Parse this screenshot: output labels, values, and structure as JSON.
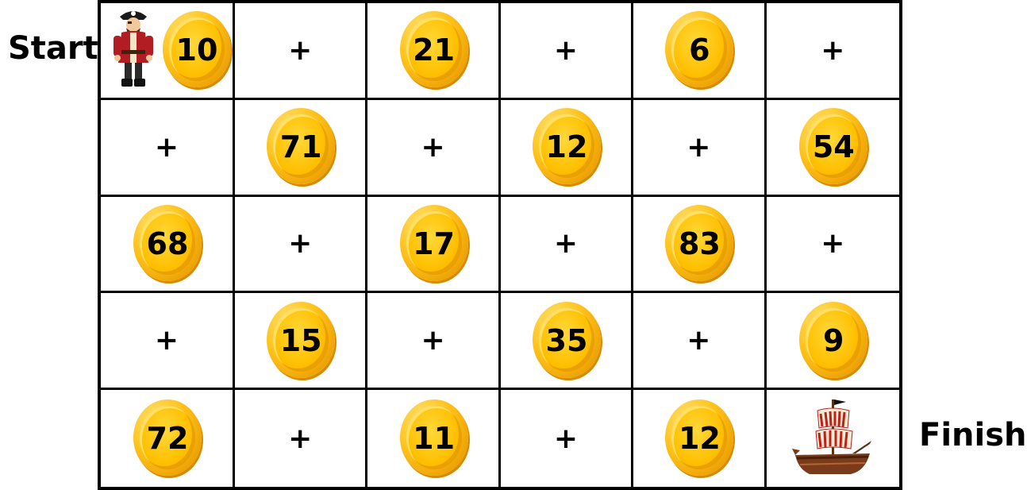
{
  "labels": {
    "start": "Start",
    "finish": "Finish"
  },
  "board": {
    "rows": [
      [
        {
          "kind": "pirate",
          "value": "10"
        },
        {
          "kind": "plus",
          "value": "+"
        },
        {
          "kind": "coin",
          "value": "21"
        },
        {
          "kind": "plus",
          "value": "+"
        },
        {
          "kind": "coin",
          "value": "6"
        },
        {
          "kind": "plus",
          "value": "+"
        }
      ],
      [
        {
          "kind": "plus",
          "value": "+"
        },
        {
          "kind": "coin",
          "value": "71"
        },
        {
          "kind": "plus",
          "value": "+"
        },
        {
          "kind": "coin",
          "value": "12"
        },
        {
          "kind": "plus",
          "value": "+"
        },
        {
          "kind": "coin",
          "value": "54"
        }
      ],
      [
        {
          "kind": "coin",
          "value": "68"
        },
        {
          "kind": "plus",
          "value": "+"
        },
        {
          "kind": "coin",
          "value": "17"
        },
        {
          "kind": "plus",
          "value": "+"
        },
        {
          "kind": "coin",
          "value": "83"
        },
        {
          "kind": "plus",
          "value": "+"
        }
      ],
      [
        {
          "kind": "plus",
          "value": "+"
        },
        {
          "kind": "coin",
          "value": "15"
        },
        {
          "kind": "plus",
          "value": "+"
        },
        {
          "kind": "coin",
          "value": "35"
        },
        {
          "kind": "plus",
          "value": "+"
        },
        {
          "kind": "coin",
          "value": "9"
        }
      ],
      [
        {
          "kind": "coin",
          "value": "72"
        },
        {
          "kind": "plus",
          "value": "+"
        },
        {
          "kind": "coin",
          "value": "11"
        },
        {
          "kind": "plus",
          "value": "+"
        },
        {
          "kind": "coin",
          "value": "12"
        },
        {
          "kind": "ship",
          "value": ""
        }
      ]
    ]
  },
  "icons": {
    "pirate": "pirate-icon",
    "ship": "pirate-ship-icon",
    "coin": "gold-coin-icon"
  },
  "colors": {
    "coin": "#ffbf00",
    "grid": "#000000"
  }
}
